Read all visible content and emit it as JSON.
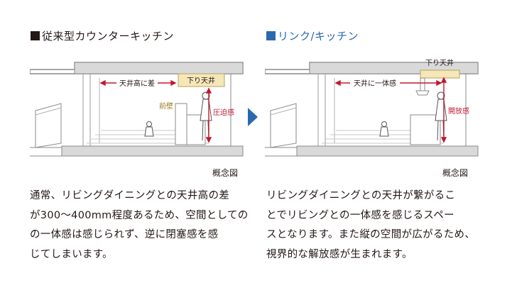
{
  "left": {
    "heading": "従来型カウンターキッチン",
    "labels": {
      "drop_ceiling": "下り天井",
      "height_diff": "天井高に差",
      "front_wall": "前壁",
      "oppression": "圧迫感"
    },
    "caption": "概念図",
    "body_lines": [
      "通常、リビングダイニングとの天井高の差",
      "が300〜400mm程度あるため、空間としての",
      "の一体感は感じられず、逆に閉塞感を感",
      "じてしまいます。"
    ]
  },
  "right": {
    "heading": "リンク/キッチン",
    "labels": {
      "drop_ceiling": "下り天井",
      "unity": "天井に一体感",
      "openness": "開放感"
    },
    "caption": "概念図",
    "body_lines": [
      "リビングダイニングとの天井が繋がるこ",
      "とでリビングとの一体感を感じるスペー",
      "スとなります。また縦の空間が広がるため、",
      "視界的な解放感が生まれます。"
    ]
  },
  "colors": {
    "accent_red": "#c0182f",
    "accent_blue": "#2a69b0",
    "drop_ceiling_fill": "#f5e7b8"
  }
}
